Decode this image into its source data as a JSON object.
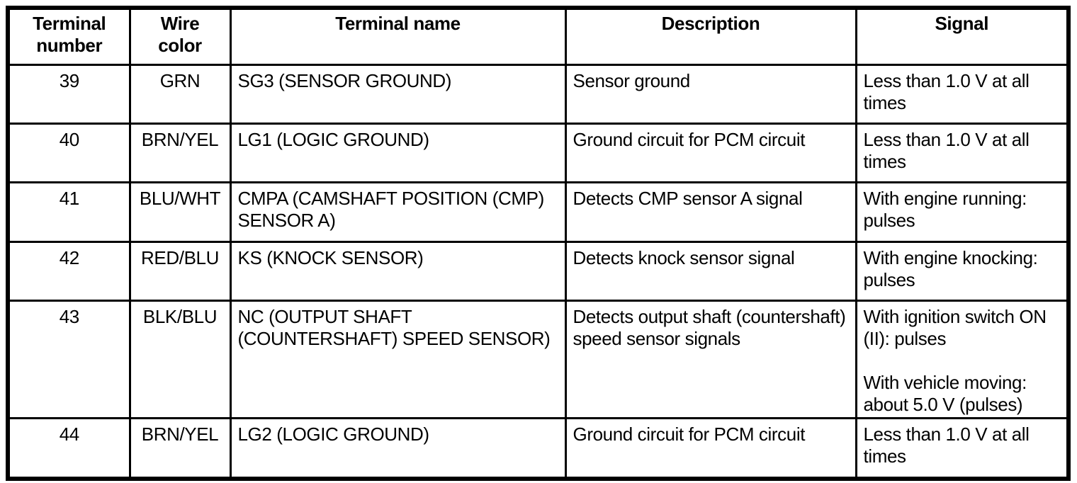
{
  "table": {
    "headers": [
      "Terminal\nnumber",
      "Wire\ncolor",
      "Terminal name",
      "Description",
      "Signal"
    ],
    "rows": [
      {
        "terminal_number": "39",
        "wire_color": "GRN",
        "terminal_name": "SG3 (SENSOR GROUND)",
        "description": "Sensor ground",
        "signal": "Less than 1.0 V at all\ntimes"
      },
      {
        "terminal_number": "40",
        "wire_color": "BRN/YEL",
        "terminal_name": "LG1 (LOGIC GROUND)",
        "description": "Ground circuit for PCM circuit",
        "signal": "Less than 1.0 V at all\ntimes"
      },
      {
        "terminal_number": "41",
        "wire_color": "BLU/WHT",
        "terminal_name": "CMPA (CAMSHAFT POSITION (CMP)\nSENSOR A)",
        "description": "Detects CMP sensor A signal",
        "signal": "With engine running:\npulses"
      },
      {
        "terminal_number": "42",
        "wire_color": "RED/BLU",
        "terminal_name": "KS (KNOCK SENSOR)",
        "description": "Detects knock sensor signal",
        "signal": "With engine knocking:\npulses"
      },
      {
        "terminal_number": "43",
        "wire_color": "BLK/BLU",
        "terminal_name": "NC (OUTPUT SHAFT\n(COUNTERSHAFT) SPEED SENSOR)",
        "description": "Detects output shaft (countershaft)\nspeed sensor signals",
        "signal": "With ignition switch ON\n(II): pulses\n\nWith vehicle moving:\nabout 5.0 V (pulses)"
      },
      {
        "terminal_number": "44",
        "wire_color": "BRN/YEL",
        "terminal_name": "LG2 (LOGIC GROUND)",
        "description": "Ground circuit for PCM circuit",
        "signal": "Less than 1.0 V at all\ntimes"
      }
    ]
  }
}
